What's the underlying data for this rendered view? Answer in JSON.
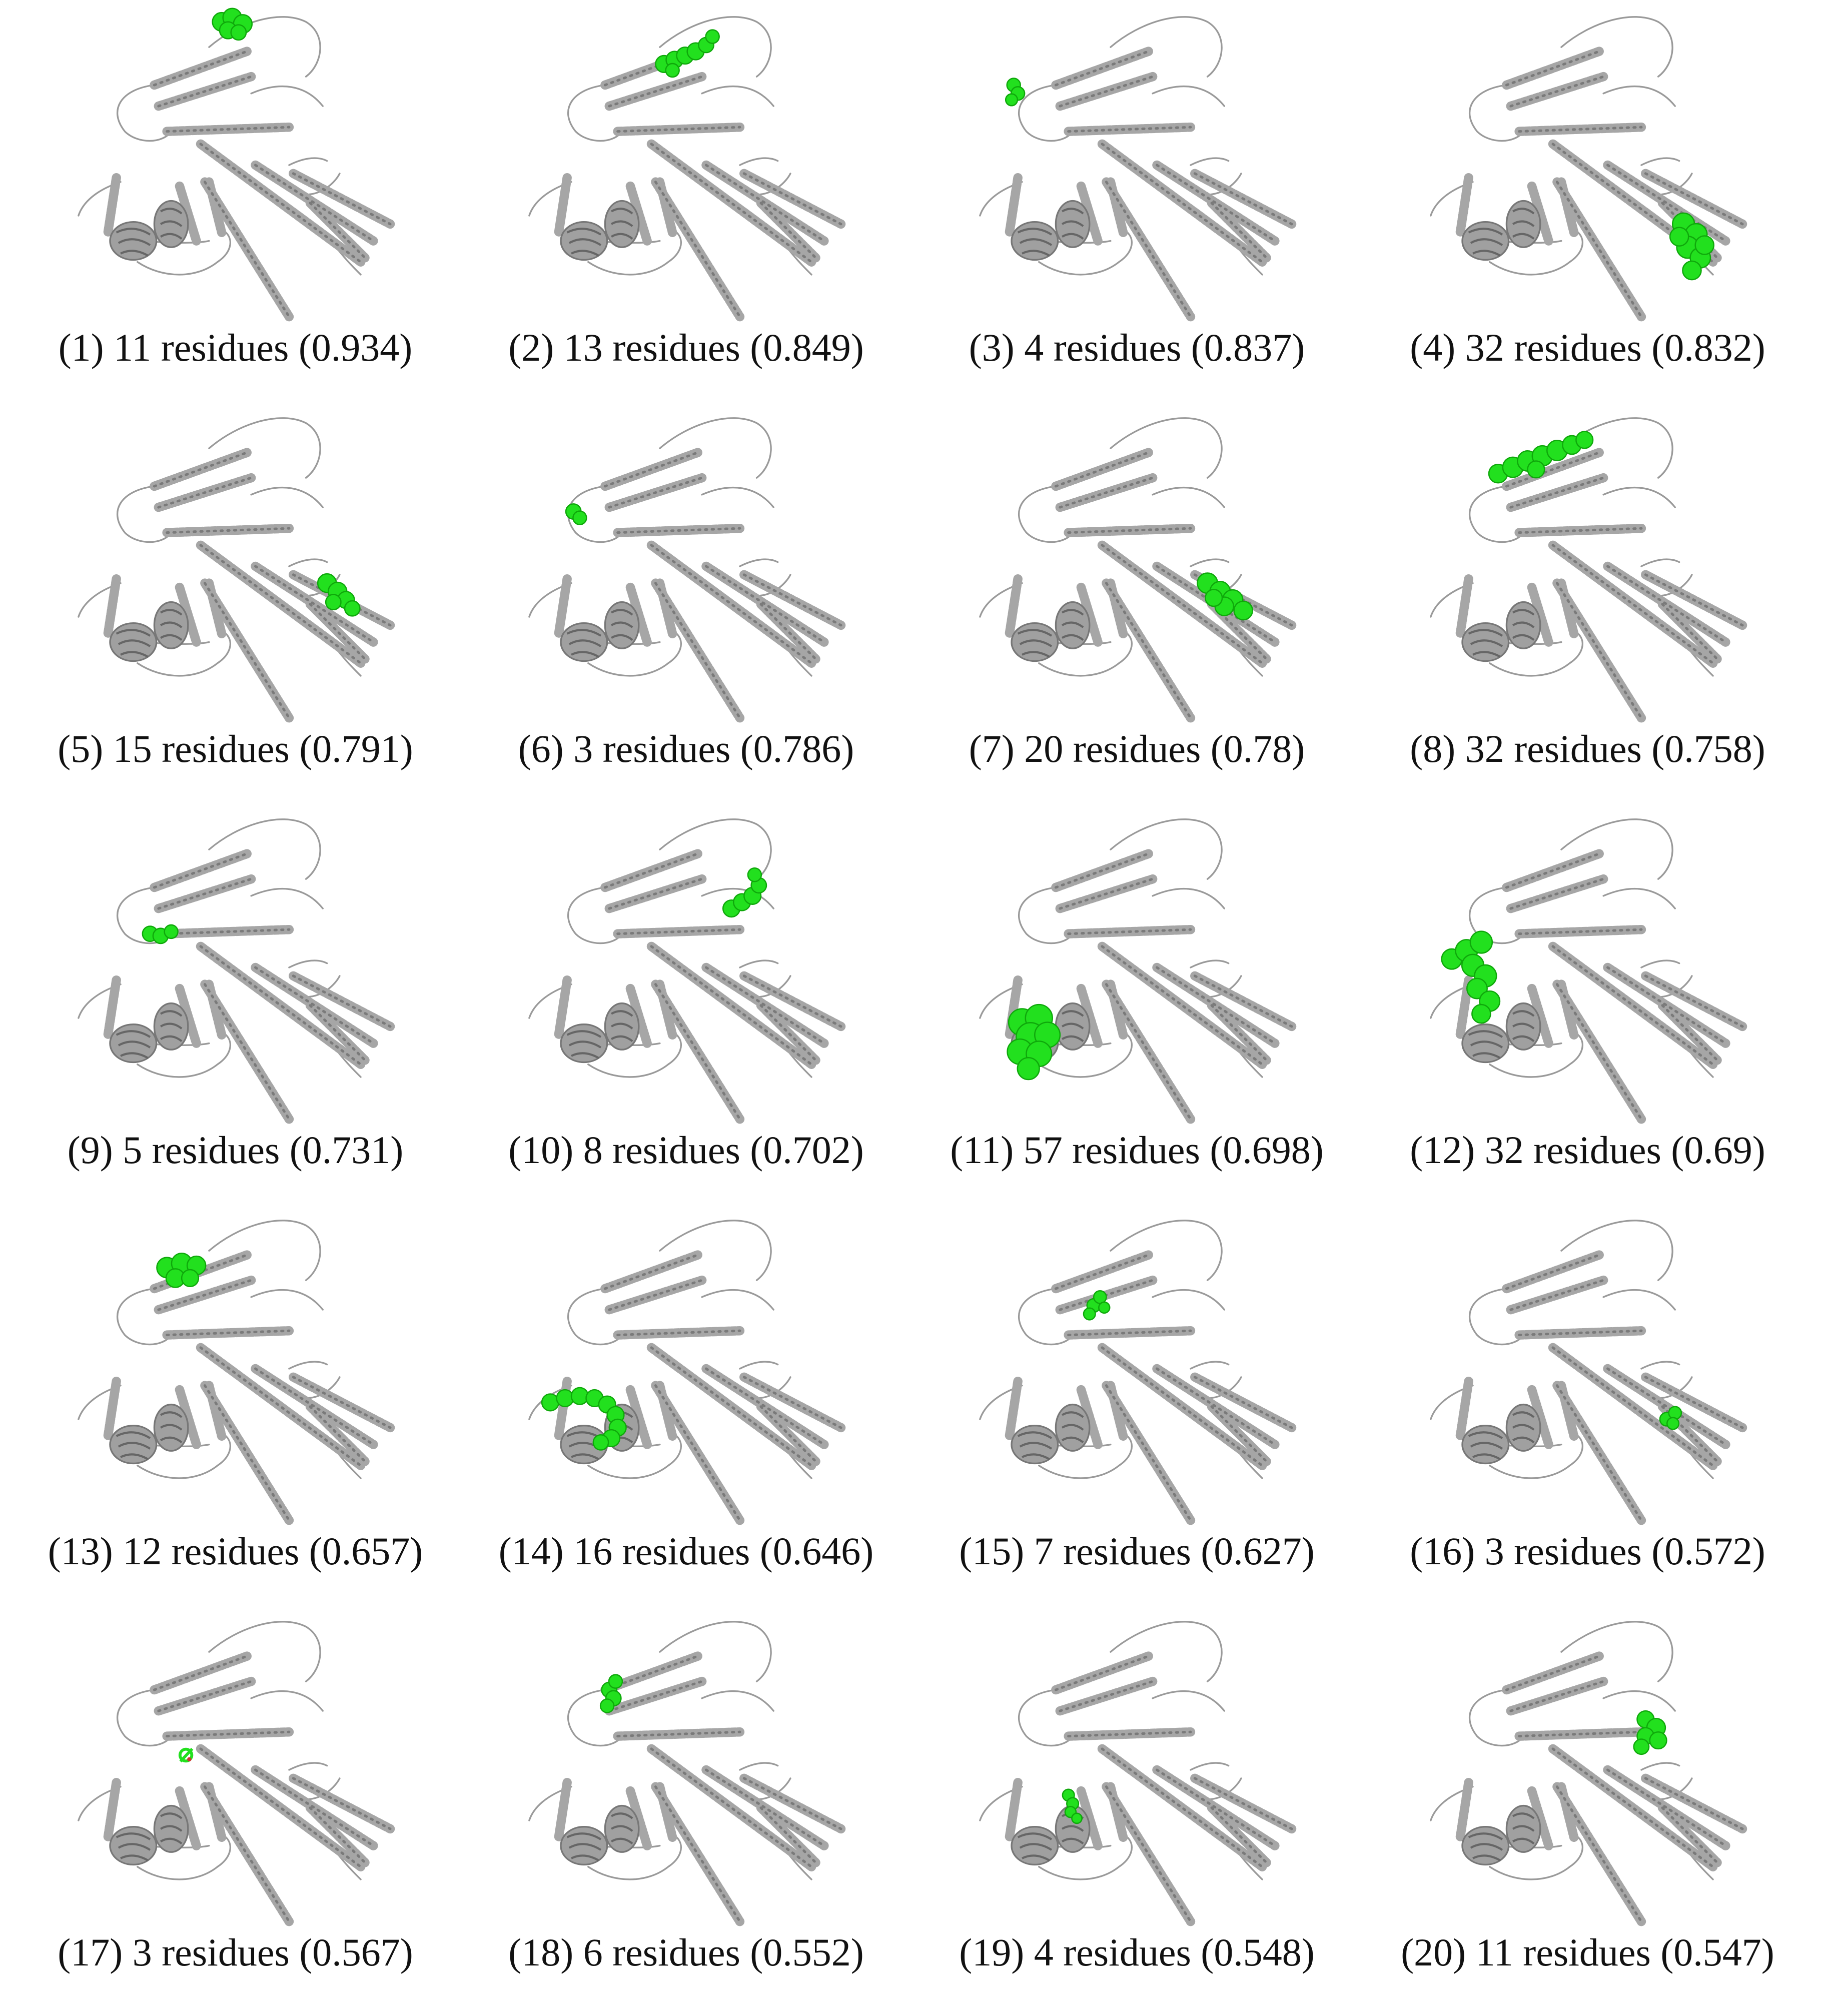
{
  "panels": [
    {
      "caption": "(1) 11 residues (0.934)",
      "site": "top-loop-tip"
    },
    {
      "caption": "(2) 13 residues (0.849)",
      "site": "upper-helix-middle"
    },
    {
      "caption": "(3) 4 residues (0.837)",
      "site": "left-loop"
    },
    {
      "caption": "(4) 32 residues (0.832)",
      "site": "lower-right-helix"
    },
    {
      "caption": "(5) 15 residues (0.791)",
      "site": "right-helix-middle"
    },
    {
      "caption": "(6) 3 residues (0.786)",
      "site": "left-edge-small"
    },
    {
      "caption": "(7) 20 residues (0.78)",
      "site": "right-helix-lower"
    },
    {
      "caption": "(8) 32 residues (0.758)",
      "site": "top-helix-long"
    },
    {
      "caption": "(9) 5 residues (0.731)",
      "site": "left-upper-small"
    },
    {
      "caption": "(10) 8 residues (0.702)",
      "site": "upper-right-helix-end"
    },
    {
      "caption": "(11) 57 residues (0.698)",
      "site": "lower-left-domain"
    },
    {
      "caption": "(12) 32 residues (0.69)",
      "site": "left-domain-tall"
    },
    {
      "caption": "(13) 12 residues (0.657)",
      "site": "top-center"
    },
    {
      "caption": "(14) 16 residues (0.646)",
      "site": "lower-loop-curve"
    },
    {
      "caption": "(15) 7 residues (0.627)",
      "site": "center-top-small"
    },
    {
      "caption": "(16) 3 residues (0.572)",
      "site": "lower-right-small"
    },
    {
      "caption": "(17) 3 residues (0.567)",
      "site": "center-left-ring"
    },
    {
      "caption": "(18) 6 residues (0.552)",
      "site": "upper-left-helix"
    },
    {
      "caption": "(19) 4 residues (0.548)",
      "site": "center-lower-small"
    },
    {
      "caption": "(20) 11 residues (0.547)",
      "site": "right-upper-middle"
    }
  ],
  "colors": {
    "protein": "#a6a6a6",
    "protein_dark": "#7a7a7a",
    "loop": "#9a9a9a",
    "highlight": "#22e01e",
    "highlight_dark": "#0fa80b"
  }
}
